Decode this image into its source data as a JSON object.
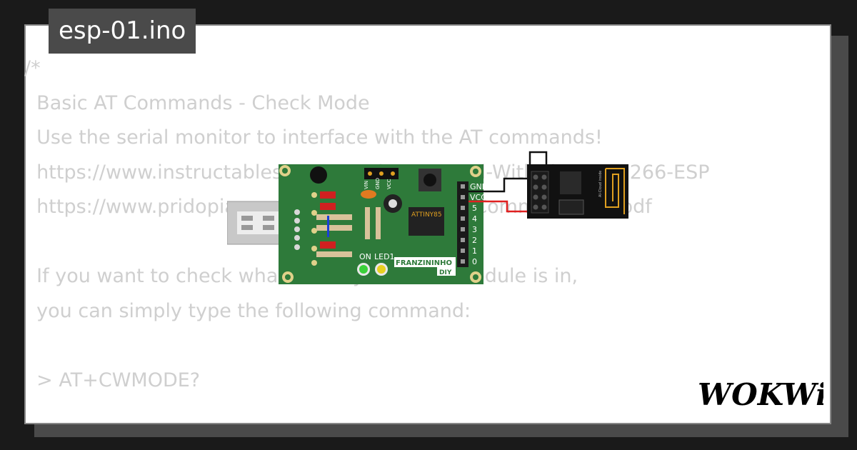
{
  "window": {
    "filename": "esp-01.ino"
  },
  "code_lines": [
    "/*",
    "  Basic AT Commands - Check Mode",
    "  Use the serial monitor to interface with the AT commands!",
    "  https://www.instructables.com/Getting-Started-With-the-ESP8266-ESP",
    "  https://www.pridopia.co.uk/pi-doc/ESP8266ATCommandsSet.pdf",
    "",
    "  If you want to check what mode your Wi-Fi module is in,",
    "  you can simply type the following command:",
    "",
    "  > AT+CWMODE?"
  ],
  "board": {
    "chip_label": "ATTINY85",
    "power_pins": [
      "VIN",
      "GND",
      "VCC"
    ],
    "header_pins": [
      "GND",
      "VCC",
      "5",
      "4",
      "3",
      "2",
      "1",
      "0"
    ],
    "led_labels": [
      "ON",
      "LED1"
    ],
    "brand": "FRANZININHO",
    "brand_sub": "DIY"
  },
  "module": {
    "label": "AI-Cloud inside"
  },
  "branding": {
    "logo_text": "WOKWi"
  },
  "colors": {
    "pcb": "#2e7a3a",
    "wire_vcc": "#e02020",
    "wire_gnd": "#111111",
    "module": "#111111"
  }
}
